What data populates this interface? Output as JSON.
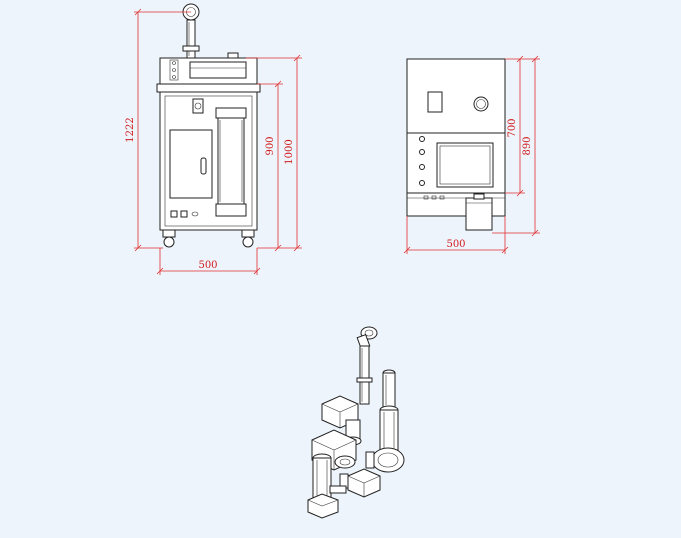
{
  "dimensions": {
    "front_total_height": "1222",
    "front_body_height": "900",
    "front_overall_height": "1000",
    "front_width": "500",
    "side_upper_height": "700",
    "side_total_height": "890",
    "side_width": "500"
  },
  "colors": {
    "background": "#eef4fb",
    "dimension": "#e03030",
    "ink": "#222222"
  }
}
